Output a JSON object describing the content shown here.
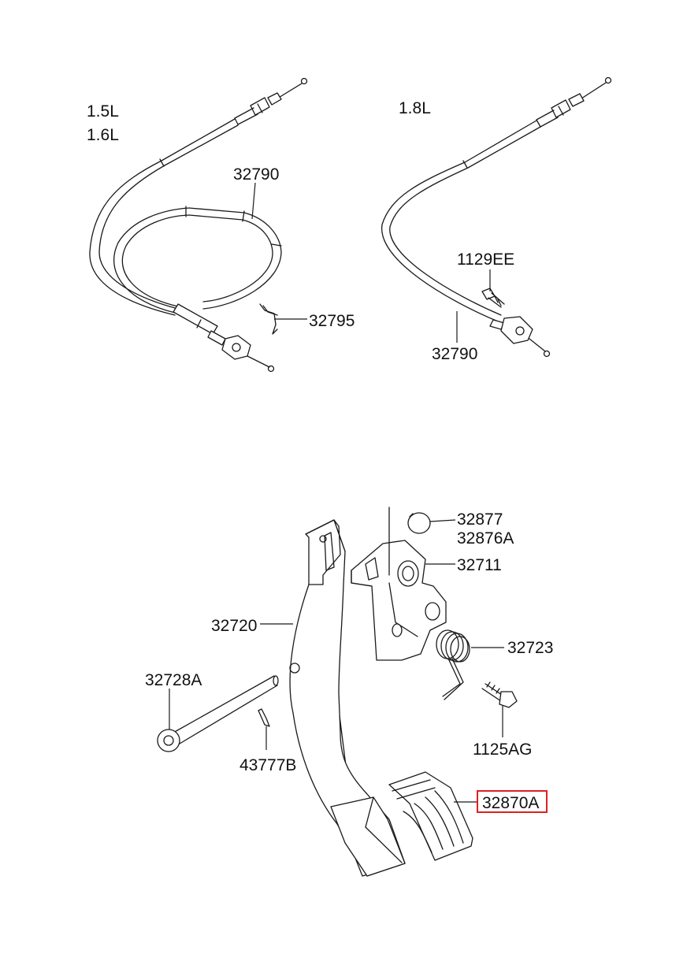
{
  "engine_labels": {
    "left_line1": "1.5L",
    "left_line2": "1.6L",
    "right": "1.8L"
  },
  "parts": {
    "cable_left": "32790",
    "clip": "32795",
    "bolt_cable": "1129EE",
    "cable_right": "32790",
    "stopper": "32877",
    "stopper_alt": "32876A",
    "bracket": "32711",
    "pedal_arm": "32720",
    "spring": "32723",
    "pin": "32728A",
    "clip_pin": "43777B",
    "bolt_bracket": "1125AG",
    "pad": "32870A"
  },
  "highlight": {
    "part": "32870A",
    "color": "#e02020"
  }
}
